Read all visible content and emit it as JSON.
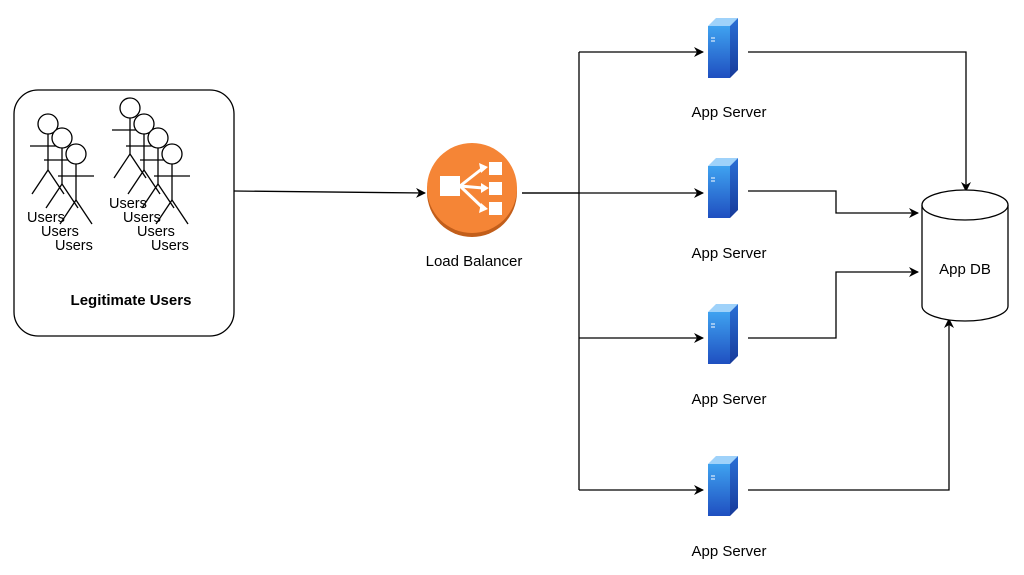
{
  "diagram": {
    "users_group": {
      "label": "Legitimate Users",
      "actor_labels": [
        "Users",
        "Users",
        "Users",
        "Users",
        "Users",
        "Users",
        "Users"
      ]
    },
    "load_balancer": {
      "label": "Load Balancer",
      "icon": "load-balancer-icon",
      "color": "#F58536"
    },
    "servers": [
      {
        "label": "App Server",
        "icon": "server-icon"
      },
      {
        "label": "App Server",
        "icon": "server-icon"
      },
      {
        "label": "App Server",
        "icon": "server-icon"
      },
      {
        "label": "App Server",
        "icon": "server-icon"
      }
    ],
    "database": {
      "label": "App DB",
      "icon": "database-icon"
    },
    "colors": {
      "server_blue": "#1F5BC9",
      "server_light": "#3FA2F0",
      "lb_orange": "#F58536"
    }
  }
}
